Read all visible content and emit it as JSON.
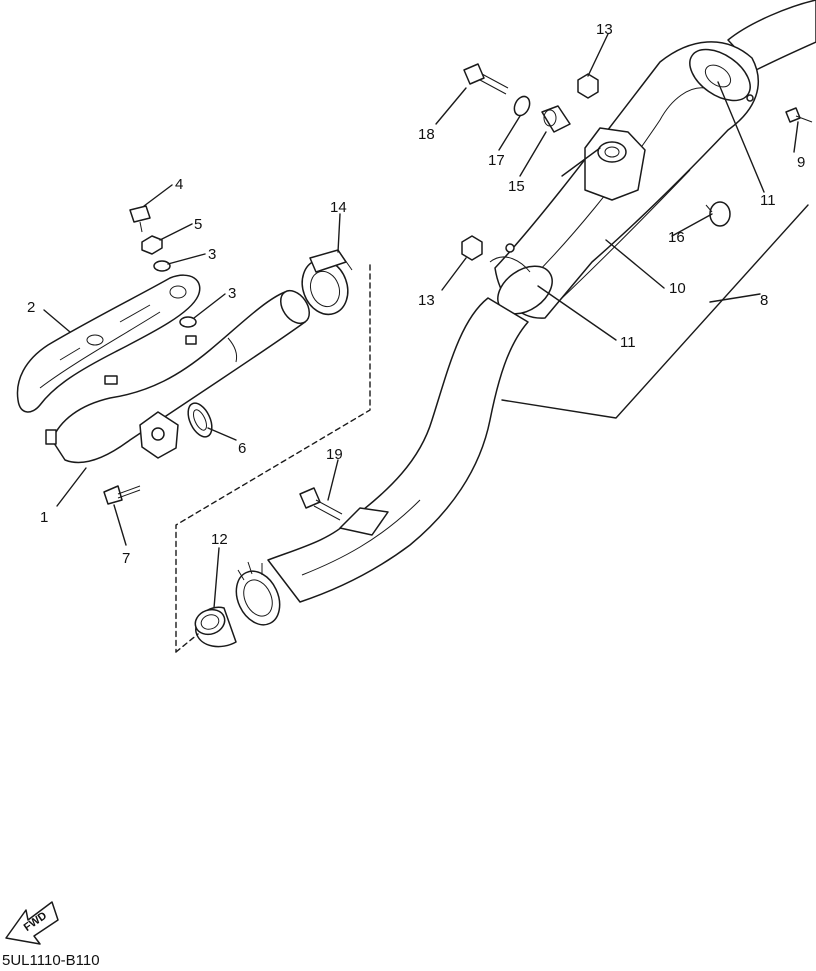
{
  "diagram": {
    "callouts": [
      "1",
      "2",
      "3",
      "3",
      "4",
      "5",
      "6",
      "7",
      "8",
      "9",
      "10",
      "11",
      "11",
      "12",
      "13",
      "13",
      "14",
      "15",
      "16",
      "17",
      "18",
      "19"
    ],
    "fwd_label": "FWD",
    "reference_code": "5UL1110-B110"
  },
  "colors": {
    "line": "#1a1a1a",
    "background": "#ffffff"
  }
}
